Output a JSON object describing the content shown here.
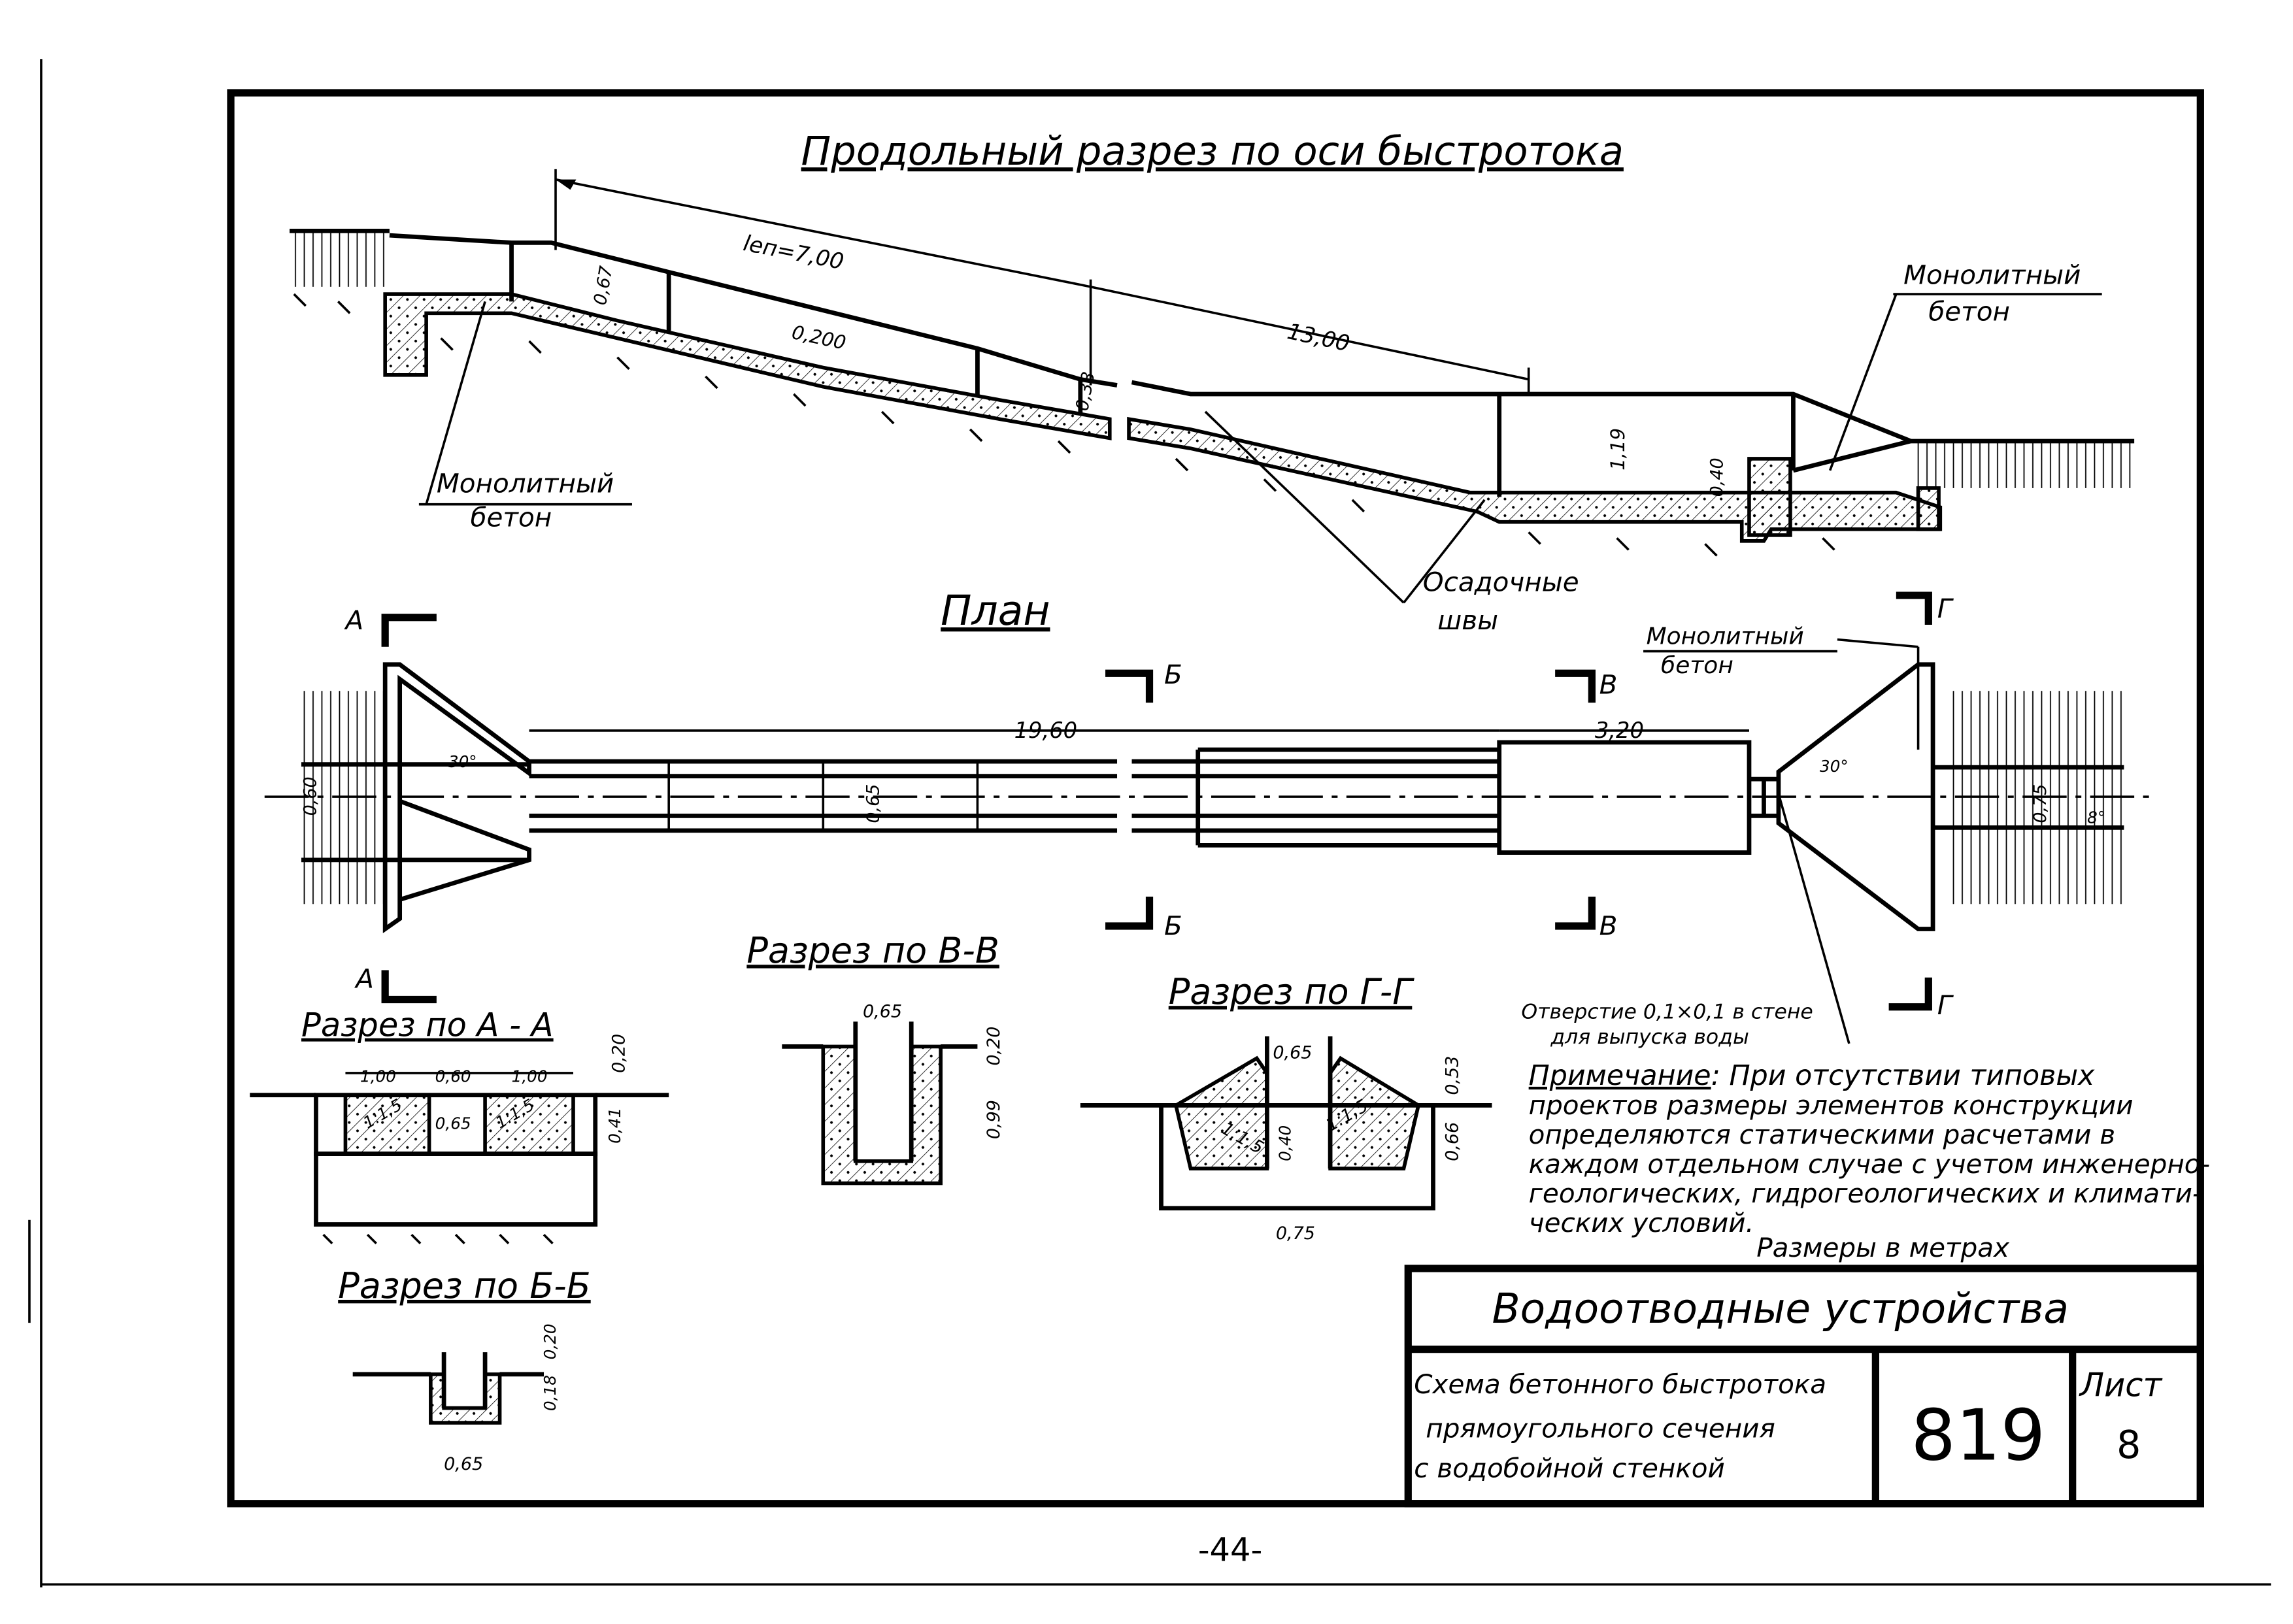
{
  "sheet": {
    "title_longitudinal": "Продольный разрез по оси быстротока",
    "title_plan": "План",
    "section_aa": "Разрез по А - А",
    "section_bb": "Разрез по Б-Б",
    "section_vv": "Разрез по В-В",
    "section_gg": "Разрез по Г-Г",
    "page_number": "-44-"
  },
  "labels": {
    "monolithic_concrete_1": "Монолитный бетон",
    "monolithic_concrete_2": "Монолитный бетон",
    "monolithic_concrete_3": "Монолитный бетон",
    "settlement_joints": "Осадочные швы",
    "opening_note": "Отверстие 0,1×0,1 в стене для выпуска воды",
    "marker_a": "А",
    "marker_b": "Б",
    "marker_v": "В",
    "marker_g": "Г"
  },
  "dimensions": {
    "l_en": "lеп=7,00",
    "d13": "13,00",
    "d067": "0,67",
    "d0200": "0,200",
    "d038": "0,38",
    "d119": "1,19",
    "d040": "0,40",
    "d1960": "19,60",
    "d320": "3,20",
    "d060": "0,60",
    "d065": "0,65",
    "d075": "0,75",
    "ang30a": "30°",
    "ang30b": "30°",
    "ang8": "8°",
    "aa_100a": "1,00",
    "aa_060": "0,60",
    "aa_100b": "1,00",
    "aa_020": "0,20",
    "aa_065": "0,65",
    "aa_041": "0,41",
    "aa_slope1": "1:1,5",
    "aa_slope2": "1:1,5",
    "vv_065": "0,65",
    "vv_020": "0,20",
    "vv_099": "0,99",
    "gg_065": "0,65",
    "gg_053": "0,53",
    "gg_066": "0,66",
    "gg_040": "0,40",
    "gg_075": "0,75",
    "gg_slope1": "1:1,5",
    "gg_slope2": "1:1,5",
    "bb_020": "0,20",
    "bb_018": "0,18",
    "bb_065": "0,65"
  },
  "note": {
    "heading": "Примечание",
    "line1": ": При отсутствии типовых",
    "line2": "проектов размеры элементов конструкции",
    "line3": "определяются статическими расчетами в",
    "line4": "каждом отдельном случае с учетом инженерно-",
    "line5": "геологических, гидрогеологических и климати-",
    "line6": "ческих условий.",
    "units": "Размеры в метрах"
  },
  "title_block": {
    "main": "Водоотводные устройства",
    "desc1": "Схема бетонного быстротока",
    "desc2": "прямоугольного сечения",
    "desc3": "с водобойной стенкой",
    "number": "819",
    "sheet_label": "Лист",
    "sheet_no": "8"
  }
}
